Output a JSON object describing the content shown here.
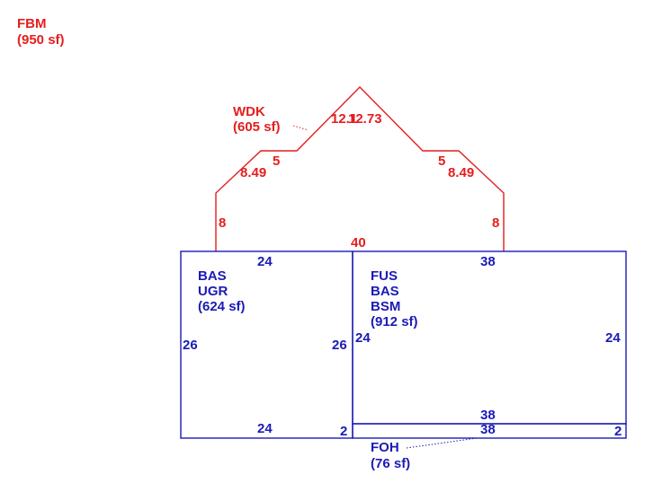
{
  "colors": {
    "red": "#e41e1e",
    "blue": "#1b1bb5"
  },
  "areas": {
    "fbm": {
      "code": "FBM",
      "size": "(950 sf)"
    },
    "wdk": {
      "code": "WDK",
      "size": "(605 sf)"
    },
    "left": {
      "codes": [
        "BAS",
        "UGR"
      ],
      "size": "(624 sf)"
    },
    "right": {
      "codes": [
        "FUS",
        "BAS",
        "BSM"
      ],
      "size": "(912 sf)"
    },
    "foh": {
      "code": "FOH",
      "size": "(76 sf)"
    }
  },
  "dimensions": {
    "deck": {
      "roof_left": "12.1",
      "roof_right": "12.73",
      "step_left": "5",
      "step_right": "5",
      "slope_left": "8.49",
      "slope_right": "8.49",
      "wall_left": "8",
      "wall_right": "8",
      "base": "40"
    },
    "left_block": {
      "top": "24",
      "bottom": "24",
      "left": "26",
      "right": "26",
      "corner": "2"
    },
    "right_block": {
      "top": "38",
      "left": "24",
      "right": "24",
      "bottom": "38"
    },
    "overhang": {
      "top": "38",
      "right": "2"
    }
  }
}
